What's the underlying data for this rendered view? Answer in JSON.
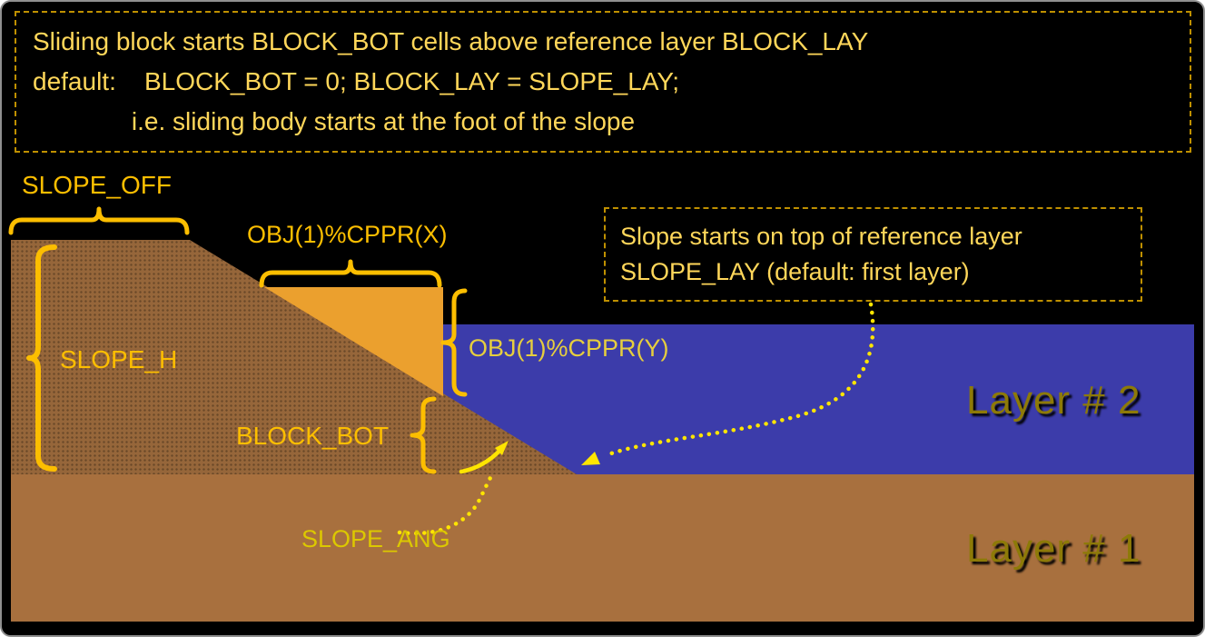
{
  "title": "Sliding block / slope geometry diagram",
  "colors": {
    "background": "#000000",
    "frame_border": "#8f8f8f",
    "dashed_box_border": "#bf9000",
    "box_text_yellow": "#ffd75a",
    "label_gold": "#fcbe00",
    "arrow_yellow": "#ffe500",
    "slope_brown": "#96663a",
    "layer1_brown": "#a8703e",
    "layer2_blue": "#3c3caa",
    "block_orange": "#eba02e",
    "layer_label_color": "#8d7a08"
  },
  "info_box": {
    "lines": [
      "Sliding block starts BLOCK_BOT cells above reference layer BLOCK_LAY",
      "default:    BLOCK_BOT = 0; BLOCK_LAY = SLOPE_LAY;",
      "              i.e. sliding body starts at the foot of the slope"
    ]
  },
  "callout_box": {
    "lines": [
      "Slope starts on top of reference layer",
      "SLOPE_LAY (default: first layer)"
    ]
  },
  "labels": {
    "slope_off": "SLOPE_OFF",
    "cppr_x": "OBJ(1)%CPPR(X)",
    "cppr_y": "OBJ(1)%CPPR(Y)",
    "slope_h": "SLOPE_H",
    "block_bot": "BLOCK_BOT",
    "slope_ang": "SLOPE_ANG"
  },
  "layers": {
    "layer2": "Layer # 2",
    "layer1": "Layer # 1"
  }
}
